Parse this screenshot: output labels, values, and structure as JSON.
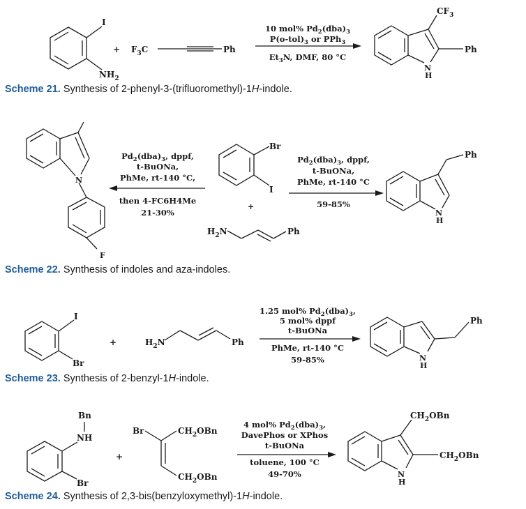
{
  "colors": {
    "caption_label": "#1f5c99",
    "ink": "#1a1a1a"
  },
  "schemes": [
    {
      "id": "21",
      "caption_label": "Scheme 21.",
      "caption_text_pre": "Synthesis of 2-phenyl-3-(trifluoromethyl)-1",
      "caption_italic": "H",
      "caption_text_post": "-indole.",
      "reactant1_labels": {
        "I": "I",
        "NH2": "NH",
        "NH2_sub": "2"
      },
      "plus": "+",
      "reactant2": {
        "left": "F",
        "left_sub": "3",
        "left_tail": "C",
        "right": "Ph"
      },
      "conditions": {
        "line1": "10 mol% Pd",
        "line1_sub": "2",
        "line1_tail": "(dba)",
        "line1_sub2": "3",
        "line2": "P(o-tol)",
        "line2_sub": "3",
        "line2_tail": " or PPh",
        "line2_sub2": "3",
        "line3": "Et",
        "line3_sub": "3",
        "line3_tail": "N, DMF, 80 °C"
      },
      "product": {
        "top": "CF",
        "top_sub": "3",
        "right": "Ph",
        "N": "N",
        "H": "H"
      }
    },
    {
      "id": "22",
      "caption_label": "Scheme 22.",
      "caption_text": "Synthesis of indoles and aza-indoles.",
      "left_product": {
        "N": "N",
        "F": "F"
      },
      "left_conditions": {
        "line1": "Pd",
        "line1_sub": "2",
        "line1_tail": "(dba)",
        "line1_sub2": "3",
        "line1_end": ", dppf,",
        "line2": "t-BuONa,",
        "line3": "PhMe, rt-140 °C,",
        "line4": "then 4-FC6H4Me",
        "line5": "21-30%"
      },
      "center_reactant": {
        "Br": "Br",
        "I": "I",
        "plus": "+",
        "amine_left": "H",
        "amine_sub": "2",
        "amine_tail": "N",
        "amine_right": "Ph"
      },
      "right_conditions": {
        "line1": "Pd",
        "line1_sub": "2",
        "line1_tail": "(dba)",
        "line1_sub2": "3",
        "line1_end": ", dppf,",
        "line2": "t-BuONa,",
        "line3": "PhMe, rt-140 °C",
        "line4": "59-85%"
      },
      "right_product": {
        "Ph": "Ph",
        "N": "N",
        "H": "H"
      }
    },
    {
      "id": "23",
      "caption_label": "Scheme 23.",
      "caption_text_pre": "Synthesis of 2-benzyl-1",
      "caption_italic": "H",
      "caption_text_post": "-indole.",
      "reactant1_labels": {
        "I": "I",
        "Br": "Br"
      },
      "plus": "+",
      "amine": {
        "left": "H",
        "left_sub": "2",
        "left_tail": "N",
        "right": "Ph"
      },
      "conditions": {
        "line1": "1.25 mol% Pd",
        "line1_sub": "2",
        "line1_tail": "(dba)",
        "line1_sub2": "3",
        "line1_end": ",",
        "line2": "5 mol% dppf",
        "line3": "t-BuONa",
        "line4": "PhMe, rt-140 °C",
        "line5": "59-85%"
      },
      "product": {
        "Ph": "Ph",
        "N": "N",
        "H": "H"
      }
    },
    {
      "id": "24",
      "caption_label": "Scheme 24.",
      "caption_text_pre": "Synthesis of 2,3-bis(benzyloxymethyl)-1",
      "caption_italic": "H",
      "caption_text_post": "-indole.",
      "reactant1_labels": {
        "Bn": "Bn",
        "NH": "NH",
        "Br": "Br"
      },
      "plus": "+",
      "alkene": {
        "Br": "Br",
        "top": "CH",
        "top_sub": "2",
        "top_tail": "OBn",
        "bottom": "CH",
        "bottom_sub": "2",
        "bottom_tail": "OBn"
      },
      "conditions": {
        "line1": "4 mol% Pd",
        "line1_sub": "2",
        "line1_tail": "(dba)",
        "line1_sub2": "3",
        "line1_end": ",",
        "line2": "DavePhos or XPhos",
        "line3": "t-BuONa",
        "line4": "toluene, 100 °C",
        "line5": "49-70%"
      },
      "product": {
        "top": "CH",
        "top_sub": "2",
        "top_tail": "OBn",
        "right": "CH",
        "right_sub": "2",
        "right_tail": "OBn",
        "N": "N",
        "H": "H"
      }
    }
  ]
}
